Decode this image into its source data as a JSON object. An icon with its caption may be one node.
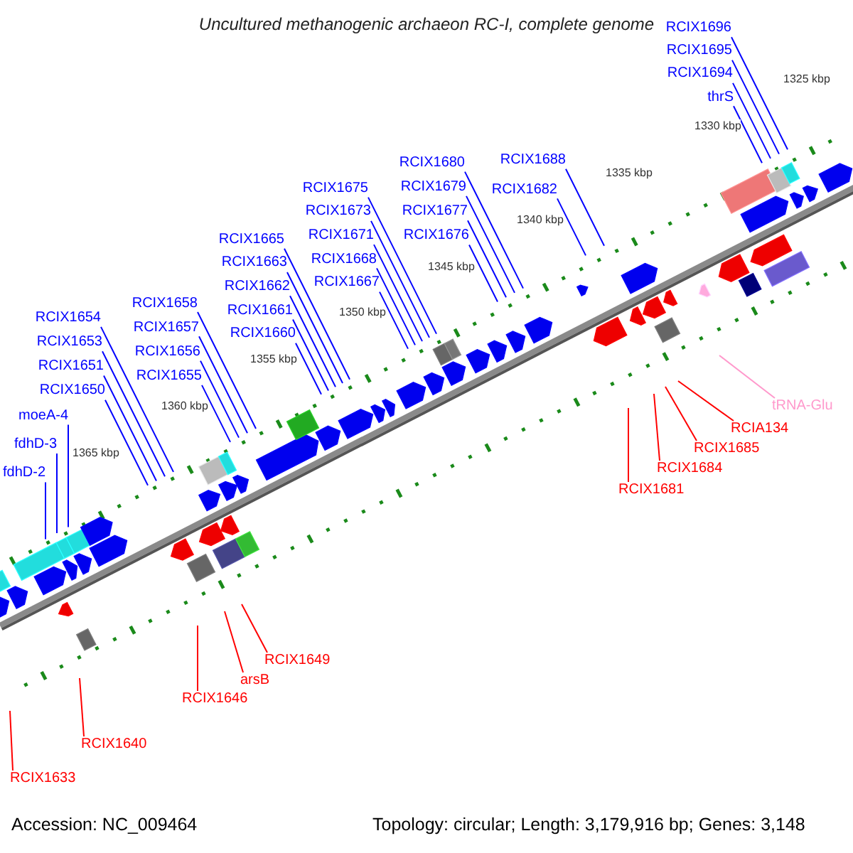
{
  "diagram": {
    "title": "Uncultured methanogenic archaeon RC-I, complete genome",
    "nodes": [
      {
        "text": [
          "fdhD-3"
        ]
      },
      {
        "text": [
          "fdhD-2"
        ]
      },
      {
        "text": [
          "moeA-4"
        ]
      },
      {
        "text": [
          "RCIX1650"
        ]
      },
      {
        "text": [
          "RCIX1651"
        ]
      },
      {
        "text": [
          "RCIX1653"
        ]
      },
      {
        "text": [
          "RCIX1654"
        ]
      },
      {
        "text": [
          "RCIX1655"
        ]
      },
      {
        "text": [
          "RCIX1656"
        ]
      },
      {
        "text": [
          "RCIX1657"
        ]
      },
      {
        "text": [
          "RCIX1658"
        ]
      },
      {
        "text": [
          "RCIX1660"
        ]
      },
      {
        "text": [
          "RCIX1661"
        ]
      },
      {
        "text": [
          "RCIX1662"
        ]
      },
      {
        "text": [
          "RCIX1663"
        ]
      },
      {
        "text": [
          "RCIX1665"
        ]
      },
      {
        "text": [
          "RCIX1667"
        ]
      },
      {
        "text": [
          "RCIX1668"
        ]
      },
      {
        "text": [
          "RCIX1671"
        ]
      },
      {
        "text": [
          "RCIX1673"
        ]
      },
      {
        "text": [
          "RCIX1675"
        ]
      },
      {
        "text": [
          "RCIX1676"
        ]
      },
      {
        "text": [
          "RCIX1677"
        ]
      },
      {
        "text": [
          "RCIX1679"
        ]
      },
      {
        "text": [
          "RCIX1680"
        ]
      },
      {
        "text": [
          "RCIX1682"
        ]
      },
      {
        "text": [
          "RCIX1688"
        ]
      },
      {
        "text": [
          "thrS"
        ]
      },
      {
        "text": [
          "RCIX1694"
        ]
      },
      {
        "text": [
          "RCIX1695"
        ]
      },
      {
        "text": [
          "RCIX1696"
        ]
      },
      {
        "text": [
          "RCIX1633"
        ]
      },
      {
        "text": [
          "RCIX1640"
        ]
      },
      {
        "text": [
          "RCIX1646"
        ]
      },
      {
        "text": [
          "arsB"
        ]
      },
      {
        "text": [
          "RCIX1649"
        ]
      },
      {
        "text": [
          "RCIX1681"
        ]
      },
      {
        "text": [
          "RCIX1684"
        ]
      },
      {
        "text": [
          "RCIX1685"
        ]
      },
      {
        "text": [
          "RCIA134"
        ]
      },
      {
        "text": [
          "tRNA-Glu"
        ]
      }
    ],
    "edges": [
      {
        "from": 0,
        "to": null,
        "arrow": "none"
      },
      {
        "from": 1,
        "to": null,
        "arrow": "none"
      },
      {
        "from": 2,
        "to": null,
        "arrow": "none"
      },
      {
        "from": 3,
        "to": null,
        "arrow": "none"
      },
      {
        "from": 4,
        "to": null,
        "arrow": "none"
      },
      {
        "from": 5,
        "to": null,
        "arrow": "none"
      },
      {
        "from": 6,
        "to": null,
        "arrow": "none"
      },
      {
        "from": 7,
        "to": null,
        "arrow": "none"
      },
      {
        "from": 8,
        "to": null,
        "arrow": "none"
      },
      {
        "from": 9,
        "to": null,
        "arrow": "none"
      },
      {
        "from": 10,
        "to": null,
        "arrow": "none"
      },
      {
        "from": 11,
        "to": null,
        "arrow": "none"
      },
      {
        "from": 12,
        "to": null,
        "arrow": "none"
      },
      {
        "from": 13,
        "to": null,
        "arrow": "none"
      },
      {
        "from": 14,
        "to": null,
        "arrow": "none"
      },
      {
        "from": 15,
        "to": null,
        "arrow": "none"
      },
      {
        "from": 16,
        "to": null,
        "arrow": "none"
      },
      {
        "from": 17,
        "to": null,
        "arrow": "none"
      },
      {
        "from": 18,
        "to": null,
        "arrow": "none"
      },
      {
        "from": 19,
        "to": null,
        "arrow": "none"
      },
      {
        "from": 20,
        "to": null,
        "arrow": "none"
      },
      {
        "from": 21,
        "to": null,
        "arrow": "none"
      },
      {
        "from": 22,
        "to": null,
        "arrow": "none"
      },
      {
        "from": 23,
        "to": null,
        "arrow": "none"
      },
      {
        "from": 24,
        "to": null,
        "arrow": "none"
      },
      {
        "from": 25,
        "to": null,
        "arrow": "none"
      },
      {
        "from": 26,
        "to": null,
        "arrow": "none"
      },
      {
        "from": 27,
        "to": null,
        "arrow": "none"
      },
      {
        "from": 28,
        "to": null,
        "arrow": "none"
      },
      {
        "from": 29,
        "to": null,
        "arrow": "none"
      },
      {
        "from": 30,
        "to": null,
        "arrow": "none"
      },
      {
        "from": 31,
        "to": null,
        "arrow": "none",
        "color": "#ff0000"
      },
      {
        "from": 32,
        "to": null,
        "arrow": "none",
        "color": "#ff0000"
      },
      {
        "from": 33,
        "to": null,
        "arrow": "none",
        "color": "#ff0000"
      },
      {
        "from": 34,
        "to": null,
        "arrow": "none",
        "color": "#ff0000"
      },
      {
        "from": 35,
        "to": null,
        "arrow": "none",
        "color": "#ff0000"
      },
      {
        "from": 36,
        "to": null,
        "arrow": "none",
        "color": "#ff0000"
      },
      {
        "from": 37,
        "to": null,
        "arrow": "none",
        "color": "#ff0000"
      },
      {
        "from": 38,
        "to": null,
        "arrow": "none",
        "color": "#ff0000"
      },
      {
        "from": 39,
        "to": null,
        "arrow": "none",
        "color": "#ff0000"
      },
      {
        "from": 40,
        "to": null,
        "arrow": "none",
        "color": "#ff99cc"
      }
    ],
    "labels": [
      "1325 kbp",
      "1330 kbp",
      "1335 kbp",
      "1340 kbp",
      "1345 kbp",
      "1350 kbp",
      "1355 kbp",
      "1360 kbp",
      "1365 kbp",
      "Accession: NC_009464",
      "Topology: circular; Length: 3,179,916 bp; Genes: 3,148"
    ]
  }
}
